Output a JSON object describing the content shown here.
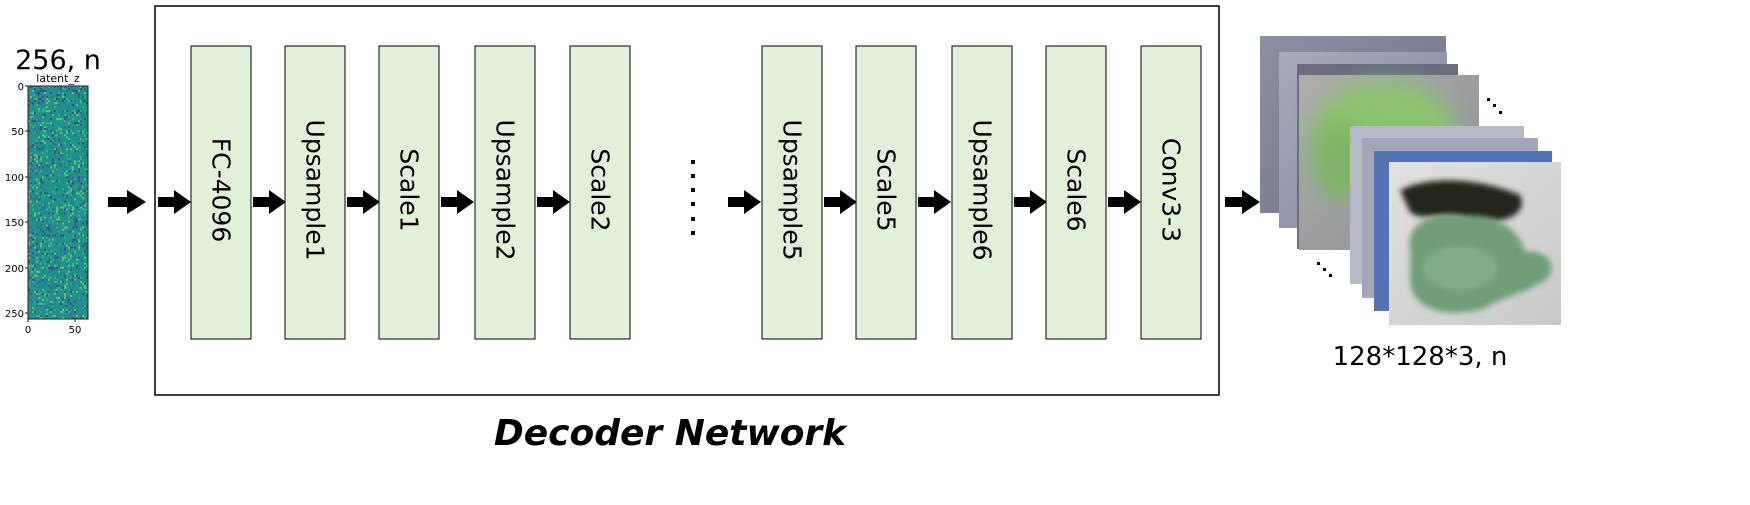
{
  "input": {
    "label": "256, n",
    "plot_title": "latent_z",
    "y_ticks": [
      "0",
      "50",
      "100",
      "150",
      "200",
      "250"
    ],
    "x_ticks": [
      "0",
      "50"
    ]
  },
  "layers": [
    {
      "label": "FC-4096"
    },
    {
      "label": "Upsample1"
    },
    {
      "label": "Scale1"
    },
    {
      "label": "Upsample2"
    },
    {
      "label": "Scale2"
    },
    {
      "label": "Upsample5"
    },
    {
      "label": "Scale5"
    },
    {
      "label": "Upsample6"
    },
    {
      "label": "Scale6"
    },
    {
      "label": "Conv3-3"
    }
  ],
  "output": {
    "label": "128*128*3, n"
  },
  "caption": "Decoder Network",
  "colors": {
    "layer_fill": "#e2efd9",
    "heat_low": "#3b528b",
    "heat_mid": "#21908d",
    "heat_high": "#5ec962",
    "arrow": "#000000",
    "leaf_green": "#6f9e78",
    "leaf_dark": "#20281f"
  }
}
